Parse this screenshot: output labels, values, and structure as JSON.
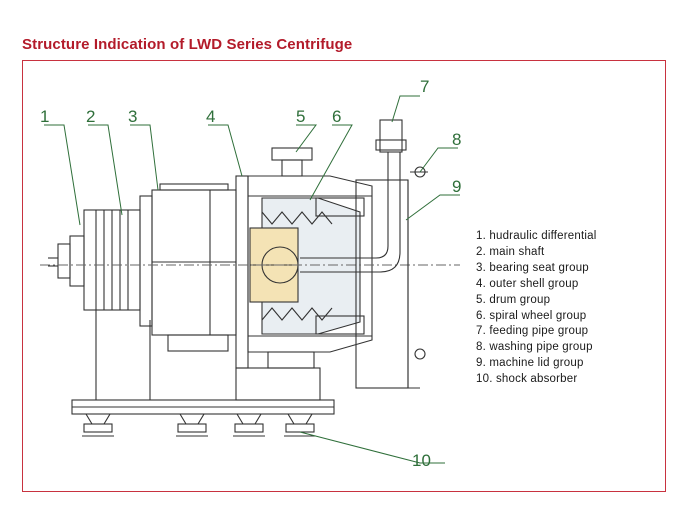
{
  "title": "Structure Indication of LWD Series Centrifuge",
  "colors": {
    "title": "#b31b2a",
    "frame": "#c8323f",
    "callout": "#2f6f3a",
    "gearbox_fill": "#f4e3b5",
    "drum_fill": "#e9eef2"
  },
  "callouts": [
    "1",
    "2",
    "3",
    "4",
    "5",
    "6",
    "7",
    "8",
    "9",
    "10"
  ],
  "legend": [
    "1. hudraulic differential",
    "2. main shaft",
    "3. bearing seat group",
    "4. outer shell group",
    "5. drum group",
    "6. spiral wheel group",
    "7. feeding pipe group",
    "8. washing pipe group",
    "9. machine lid group",
    "10. shock absorber"
  ]
}
